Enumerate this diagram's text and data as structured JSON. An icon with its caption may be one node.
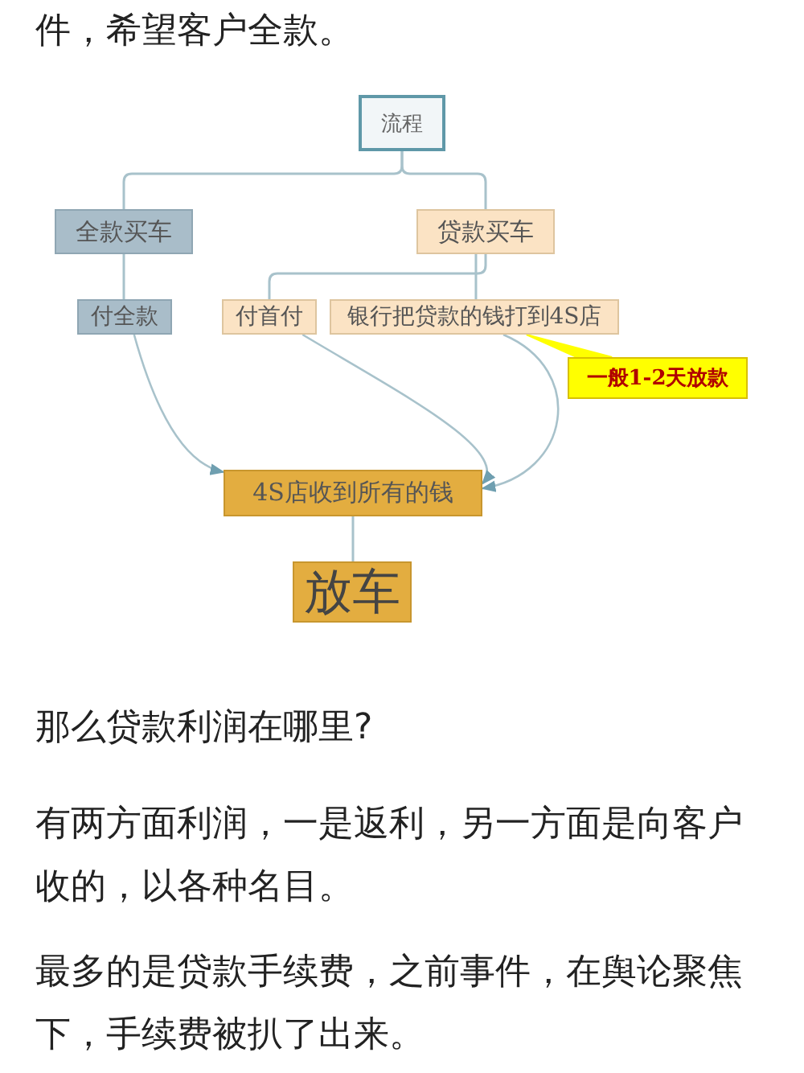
{
  "diagram": {
    "nodes": [
      {
        "text": [
          "流程"
        ]
      },
      {
        "text": [
          "全款买车"
        ]
      },
      {
        "text": [
          "贷款买车"
        ]
      },
      {
        "text": [
          "付全款"
        ]
      },
      {
        "text": [
          "付首付"
        ]
      },
      {
        "text": [
          "银行把贷款的钱打到4S店"
        ]
      },
      {
        "text": [
          "一般1-2天放款"
        ]
      },
      {
        "text": [
          "4S店收到所有的钱"
        ]
      },
      {
        "text": [
          "放车"
        ]
      }
    ],
    "edges": [
      {
        "from": 0,
        "to": 1,
        "arrow": "none"
      },
      {
        "from": 0,
        "to": 2,
        "arrow": "none"
      },
      {
        "from": 1,
        "to": 3,
        "arrow": "none"
      },
      {
        "from": 2,
        "to": 4,
        "arrow": "none"
      },
      {
        "from": 2,
        "to": 5,
        "arrow": "none"
      },
      {
        "from": 3,
        "to": 7,
        "arrow": "to"
      },
      {
        "from": 4,
        "to": 7,
        "arrow": "to"
      },
      {
        "from": 5,
        "to": 7,
        "arrow": "to"
      },
      {
        "from": 7,
        "to": 8,
        "arrow": "none"
      },
      {
        "from": 6,
        "to": 5,
        "arrow": "none",
        "color": "#ffff00"
      }
    ],
    "labels": [
      "件，希望客户全款。",
      "那么贷款利润在哪里?",
      "有两方面利润，一是返利，另一方面是向客户收的，以各种名目。",
      "最多的是贷款手续费，之前事件，在舆论聚焦下，手续费被扒了出来。"
    ]
  }
}
